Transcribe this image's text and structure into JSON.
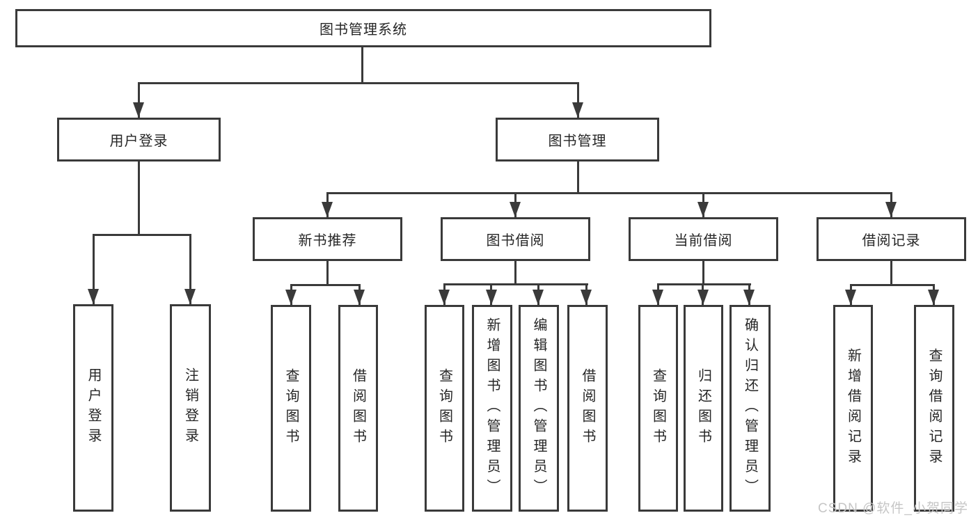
{
  "nodes": {
    "root": "图书管理系统",
    "user_login": "用户登录",
    "book_management": "图书管理",
    "new_book_recommend": "新书推荐",
    "book_borrow": "图书借阅",
    "current_borrow": "当前借阅",
    "borrow_record": "借阅记录",
    "ul_user_login": "用户登录",
    "ul_logout": "注销登录",
    "nbr_query_book": "查询图书",
    "nbr_borrow_book": "借阅图书",
    "bb_query_book": "查询图书",
    "bb_add_book": "新增图书（管理员）",
    "bb_edit_book": "编辑图书（管理员）",
    "bb_borrow_book": "借阅图书",
    "cb_query_book": "查询图书",
    "cb_return_book": "归还图书",
    "cb_confirm_return": "确认归还（管理员）",
    "br_add_record": "新增借阅记录",
    "br_query_record": "查询借阅记录"
  },
  "watermark": "CSDN @软件_小贺同学",
  "colors": {
    "line": "#3a3a3a",
    "text": "#262626",
    "watermark": "#c6c6c6",
    "background": "#ffffff"
  }
}
